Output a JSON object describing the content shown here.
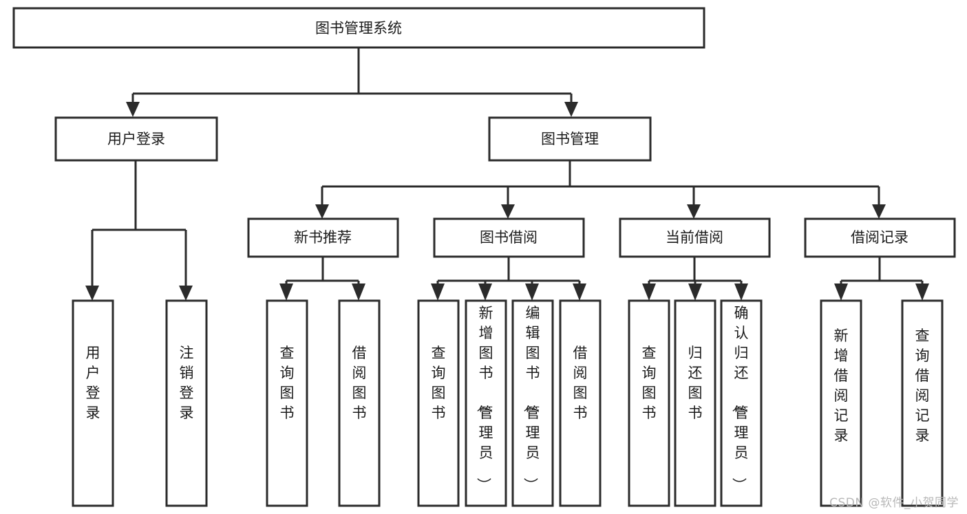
{
  "diagram": {
    "title": "图书管理系统",
    "type": "hierarchy-tree",
    "orientation": "top-down",
    "root": {
      "label": "图书管理系统"
    },
    "level1": [
      {
        "label": "用户登录"
      },
      {
        "label": "图书管理"
      }
    ],
    "level2": [
      {
        "label": "新书推荐"
      },
      {
        "label": "图书借阅"
      },
      {
        "label": "当前借阅"
      },
      {
        "label": "借阅记录"
      }
    ],
    "leaves": {
      "user_login": [
        {
          "label": "用户登录"
        },
        {
          "label": "注销登录"
        }
      ],
      "new_book_recommend": [
        {
          "label": "查询图书"
        },
        {
          "label": "借阅图书"
        }
      ],
      "book_borrow": [
        {
          "label": "查询图书"
        },
        {
          "label": "新增图书（管理员）"
        },
        {
          "label": "编辑图书（管理员）"
        },
        {
          "label": "借阅图书"
        }
      ],
      "current_borrow": [
        {
          "label": "查询图书"
        },
        {
          "label": "归还图书"
        },
        {
          "label": "确认归还（管理员）"
        }
      ],
      "borrow_record": [
        {
          "label": "新增借阅记录"
        },
        {
          "label": "查询借阅记录"
        }
      ]
    }
  },
  "watermark": {
    "text": "CSDN @软件_小贺同学"
  },
  "colors": {
    "box_stroke": "#2b2b2b",
    "box_fill": "#ffffff",
    "text": "#1b1b1b",
    "watermark": "#b8b8b8",
    "background": "#ffffff"
  }
}
